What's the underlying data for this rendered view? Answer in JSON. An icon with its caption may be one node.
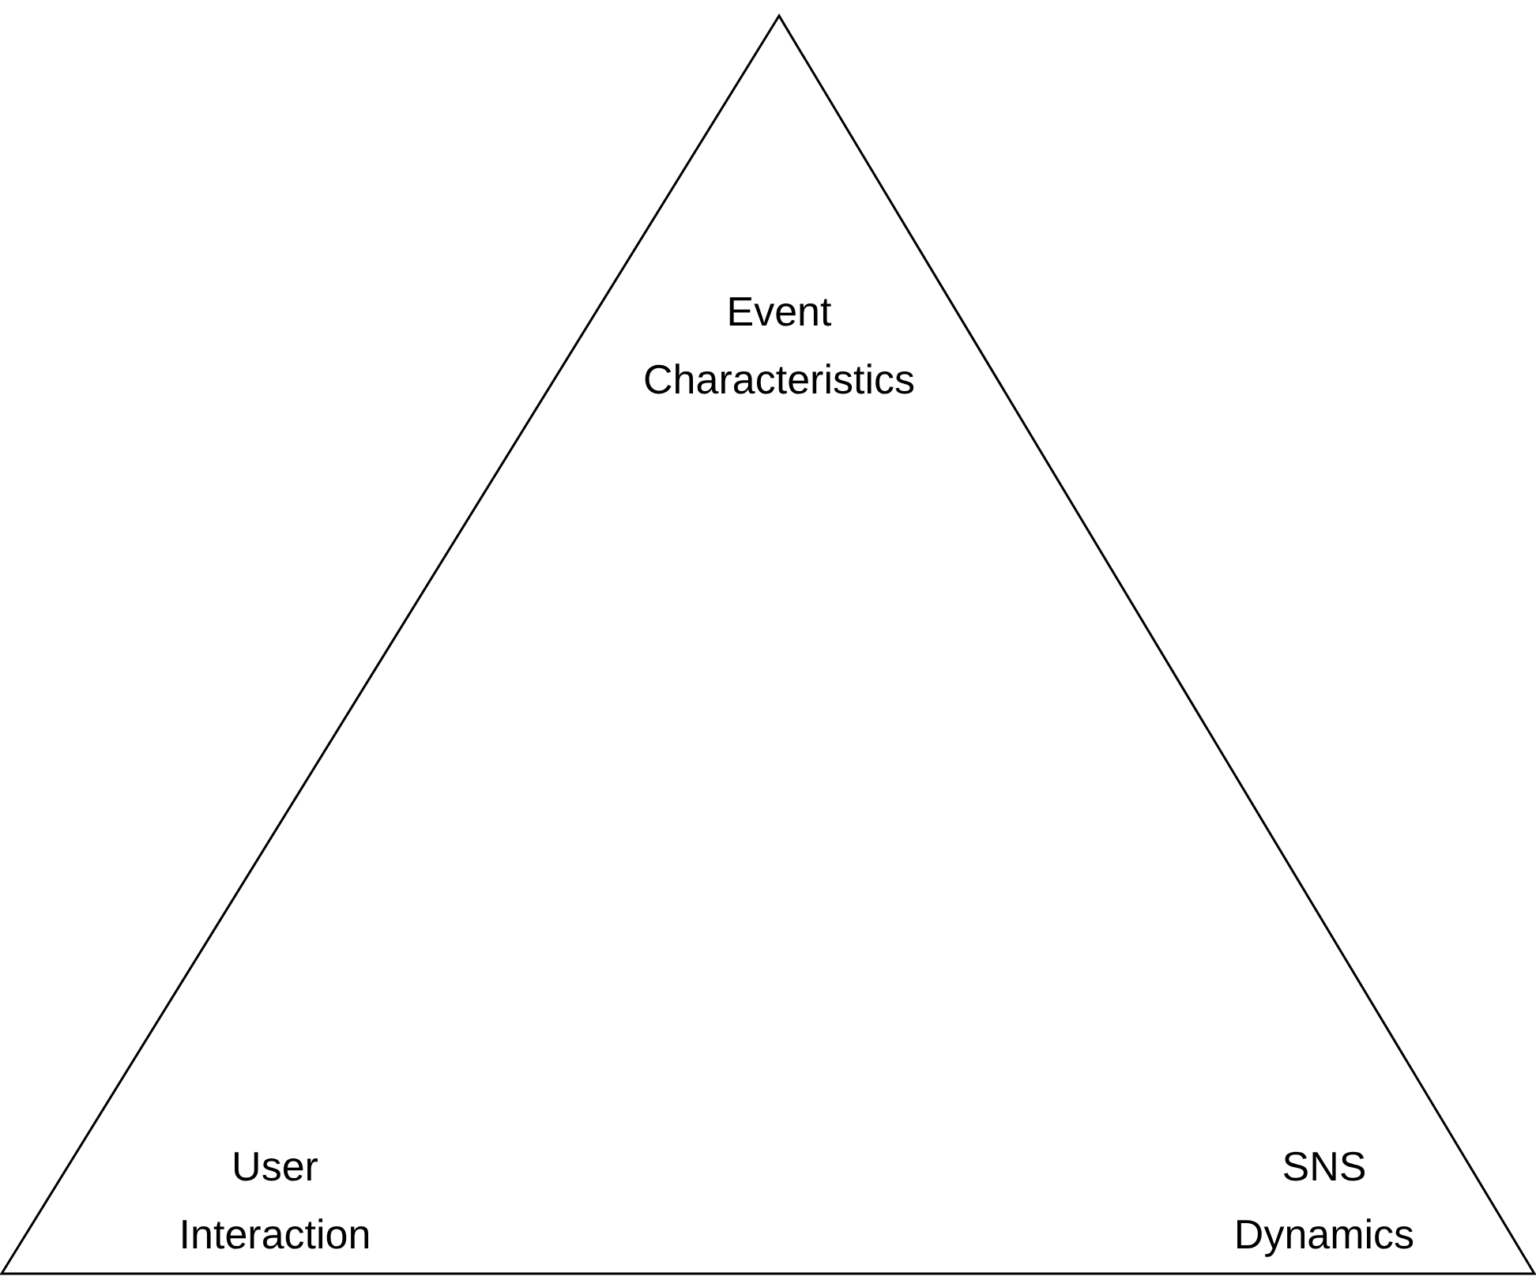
{
  "diagram": {
    "nodes": [
      {
        "text": [
          "Event Characteristics",
          "User Interaction",
          "SNS Dynamics"
        ]
      }
    ]
  }
}
